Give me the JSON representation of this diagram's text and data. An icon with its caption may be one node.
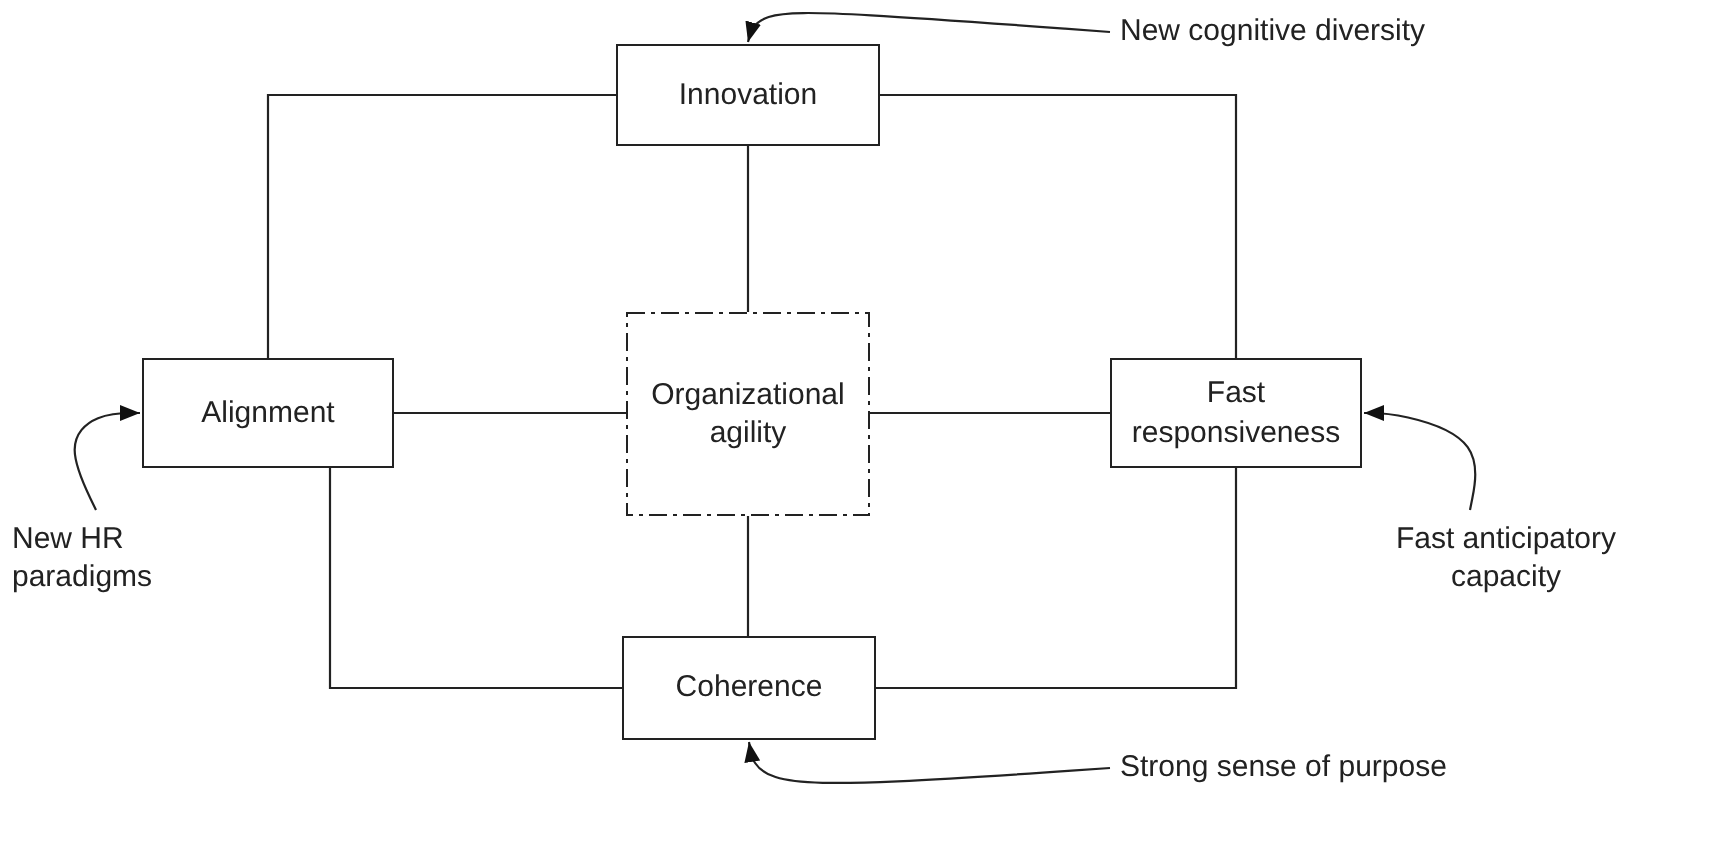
{
  "diagram": {
    "nodes": [
      {
        "text": [
          "New cognitive diversity"
        ]
      },
      {
        "text": [
          "Innovation"
        ]
      },
      {
        "text": [
          "Alignment"
        ]
      },
      {
        "text": [
          "Organizational agility"
        ]
      },
      {
        "text": [
          "Fast responsiveness"
        ]
      },
      {
        "text": [
          "New HR paradigms"
        ]
      },
      {
        "text": [
          "Fast anticipatory capacity"
        ]
      },
      {
        "text": [
          "Coherence"
        ]
      },
      {
        "text": [
          "Strong sense of purpose"
        ]
      }
    ],
    "edges": [
      {
        "from": 0,
        "to": 1,
        "arrow": "to"
      },
      {
        "from": 1,
        "to": 2,
        "arrow": "none"
      },
      {
        "from": 1,
        "to": 4,
        "arrow": "none"
      },
      {
        "from": 1,
        "to": 3,
        "arrow": "none"
      },
      {
        "from": 2,
        "to": 3,
        "arrow": "none"
      },
      {
        "from": 3,
        "to": 4,
        "arrow": "none"
      },
      {
        "from": 5,
        "to": 2,
        "arrow": "to"
      },
      {
        "from": 6,
        "to": 4,
        "arrow": "to"
      },
      {
        "from": 3,
        "to": 7,
        "arrow": "none"
      },
      {
        "from": 2,
        "to": 7,
        "arrow": "none"
      },
      {
        "from": 4,
        "to": 7,
        "arrow": "none"
      },
      {
        "from": 8,
        "to": 7,
        "arrow": "to"
      }
    ]
  }
}
